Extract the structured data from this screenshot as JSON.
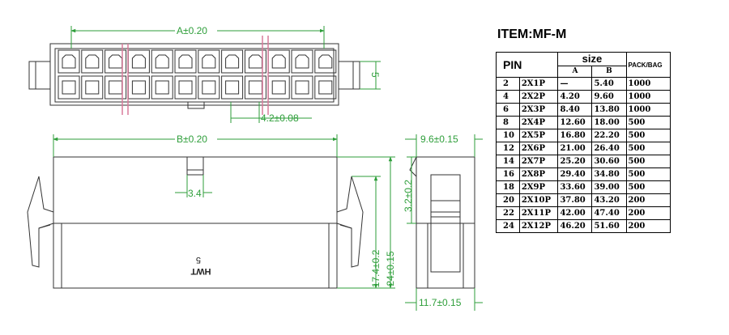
{
  "item_title": "ITEM:MF-M",
  "drawing": {
    "dim_a": "A±0.20",
    "dim_pitch": "4.2±0.08",
    "dim_height_top": "5",
    "dim_b": "B±0.20",
    "dim_latch": "3.4",
    "dim_17": "17.4±0.2",
    "dim_24": "24±0.15",
    "dim_side_top": "9.6±0.15",
    "dim_side_h": "3.2±0.2",
    "dim_side_bottom": "11.7±0.15",
    "mark_text": "HWT",
    "mark_num": "5"
  },
  "table": {
    "headers": {
      "pin": "PIN",
      "size": "size",
      "col_a": "A",
      "col_b": "B",
      "pack": "PACK/BAG"
    },
    "rows": [
      {
        "pin": "2",
        "code": "2X1P",
        "a": "—",
        "b": "5.40",
        "pack": "1000"
      },
      {
        "pin": "4",
        "code": "2X2P",
        "a": "4.20",
        "b": "9.60",
        "pack": "1000"
      },
      {
        "pin": "6",
        "code": "2X3P",
        "a": "8.40",
        "b": "13.80",
        "pack": "1000"
      },
      {
        "pin": "8",
        "code": "2X4P",
        "a": "12.60",
        "b": "18.00",
        "pack": "500"
      },
      {
        "pin": "10",
        "code": "2X5P",
        "a": "16.80",
        "b": "22.20",
        "pack": "500"
      },
      {
        "pin": "12",
        "code": "2X6P",
        "a": "21.00",
        "b": "26.40",
        "pack": "500"
      },
      {
        "pin": "14",
        "code": "2X7P",
        "a": "25.20",
        "b": "30.60",
        "pack": "500"
      },
      {
        "pin": "16",
        "code": "2X8P",
        "a": "29.40",
        "b": "34.80",
        "pack": "500"
      },
      {
        "pin": "18",
        "code": "2X9P",
        "a": "33.60",
        "b": "39.00",
        "pack": "500"
      },
      {
        "pin": "20",
        "code": "2X10P",
        "a": "37.80",
        "b": "43.20",
        "pack": "200"
      },
      {
        "pin": "22",
        "code": "2X11P",
        "a": "42.00",
        "b": "47.40",
        "pack": "200"
      },
      {
        "pin": "24",
        "code": "2X12P",
        "a": "46.20",
        "b": "51.60",
        "pack": "200"
      }
    ]
  }
}
